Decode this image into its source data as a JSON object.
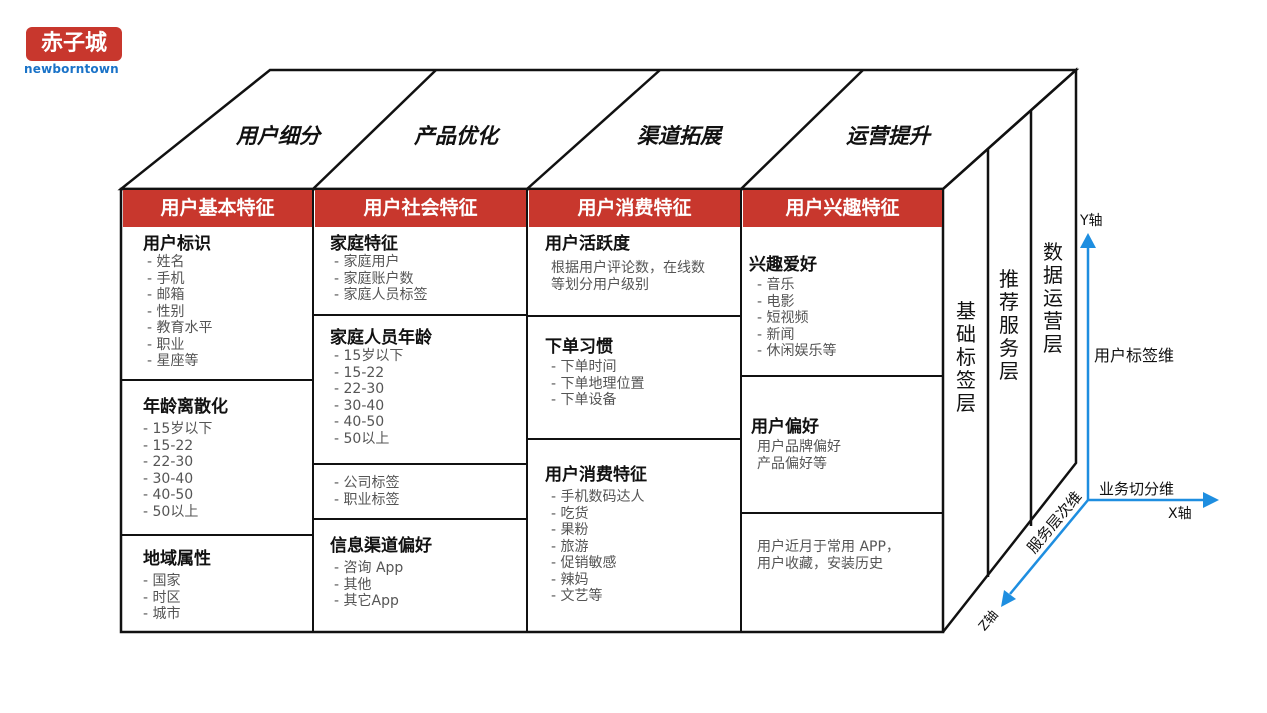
{
  "logo": {
    "cn": "赤子城",
    "en": "newborntown"
  },
  "top_labels": [
    "用户细分",
    "产品优化",
    "渠道拓展",
    "运营提升"
  ],
  "headers": [
    "用户基本特征",
    "用户社会特征",
    "用户消费特征",
    "用户兴趣特征"
  ],
  "col1": {
    "s1": {
      "title": "用户标识",
      "items": [
        "- 姓名",
        "- 手机",
        "- 邮箱",
        "- 性别",
        "- 教育水平",
        "- 职业",
        "- 星座等"
      ]
    },
    "s2": {
      "title": "年龄离散化",
      "items": [
        "- 15岁以下",
        "- 15-22",
        "- 22-30",
        "- 30-40",
        "- 40-50",
        "- 50以上"
      ]
    },
    "s3": {
      "title": "地域属性",
      "items": [
        "- 国家",
        "- 时区",
        "- 城市"
      ]
    }
  },
  "col2": {
    "s1": {
      "title": "家庭特征",
      "items": [
        "- 家庭用户",
        "- 家庭账户数",
        "- 家庭人员标签"
      ]
    },
    "s2": {
      "title": "家庭人员年龄",
      "items": [
        "- 15岁以下",
        "- 15-22",
        "- 22-30",
        "- 30-40",
        "- 40-50",
        "- 50以上"
      ]
    },
    "s3": {
      "items": [
        "- 公司标签",
        "- 职业标签"
      ]
    },
    "s4": {
      "title": "信息渠道偏好",
      "items": [
        "- 咨询 App",
        "- 其他",
        "- 其它App"
      ]
    }
  },
  "col3": {
    "s1": {
      "title": "用户活跃度",
      "items": [
        "根据用户评论数，在线数",
        "等划分用户级别"
      ]
    },
    "s2": {
      "title": "下单习惯",
      "items": [
        "- 下单时间",
        "- 下单地理位置",
        "- 下单设备"
      ]
    },
    "s3": {
      "title": "用户消费特征",
      "items": [
        "- 手机数码达人",
        "- 吃货",
        "- 果粉",
        "- 旅游",
        "- 促销敏感",
        "- 辣妈",
        "- 文艺等"
      ]
    }
  },
  "col4": {
    "s1": {
      "title": "兴趣爱好",
      "items": [
        "- 音乐",
        "- 电影",
        "- 短视频",
        "- 新闻",
        "- 休闲娱乐等"
      ]
    },
    "s2": {
      "title": "用户偏好",
      "items": [
        "用户品牌偏好",
        "产品偏好等"
      ]
    },
    "s3": {
      "items": [
        "用户近月于常用 APP，",
        "用户收藏，安装历史"
      ]
    }
  },
  "side_layers": [
    "基础标签层",
    "推荐服务层",
    "数据运营层"
  ],
  "axes": {
    "y_axis": "Y轴",
    "y_dim": "用户标签维",
    "x_axis": "X轴",
    "x_dim": "业务切分维",
    "z_axis": "Z轴",
    "z_dim": "服务层次维"
  },
  "colors": {
    "header_red": "#c8372d",
    "axis_blue": "#1e8ee0",
    "logo_blue": "#1a73c8"
  }
}
